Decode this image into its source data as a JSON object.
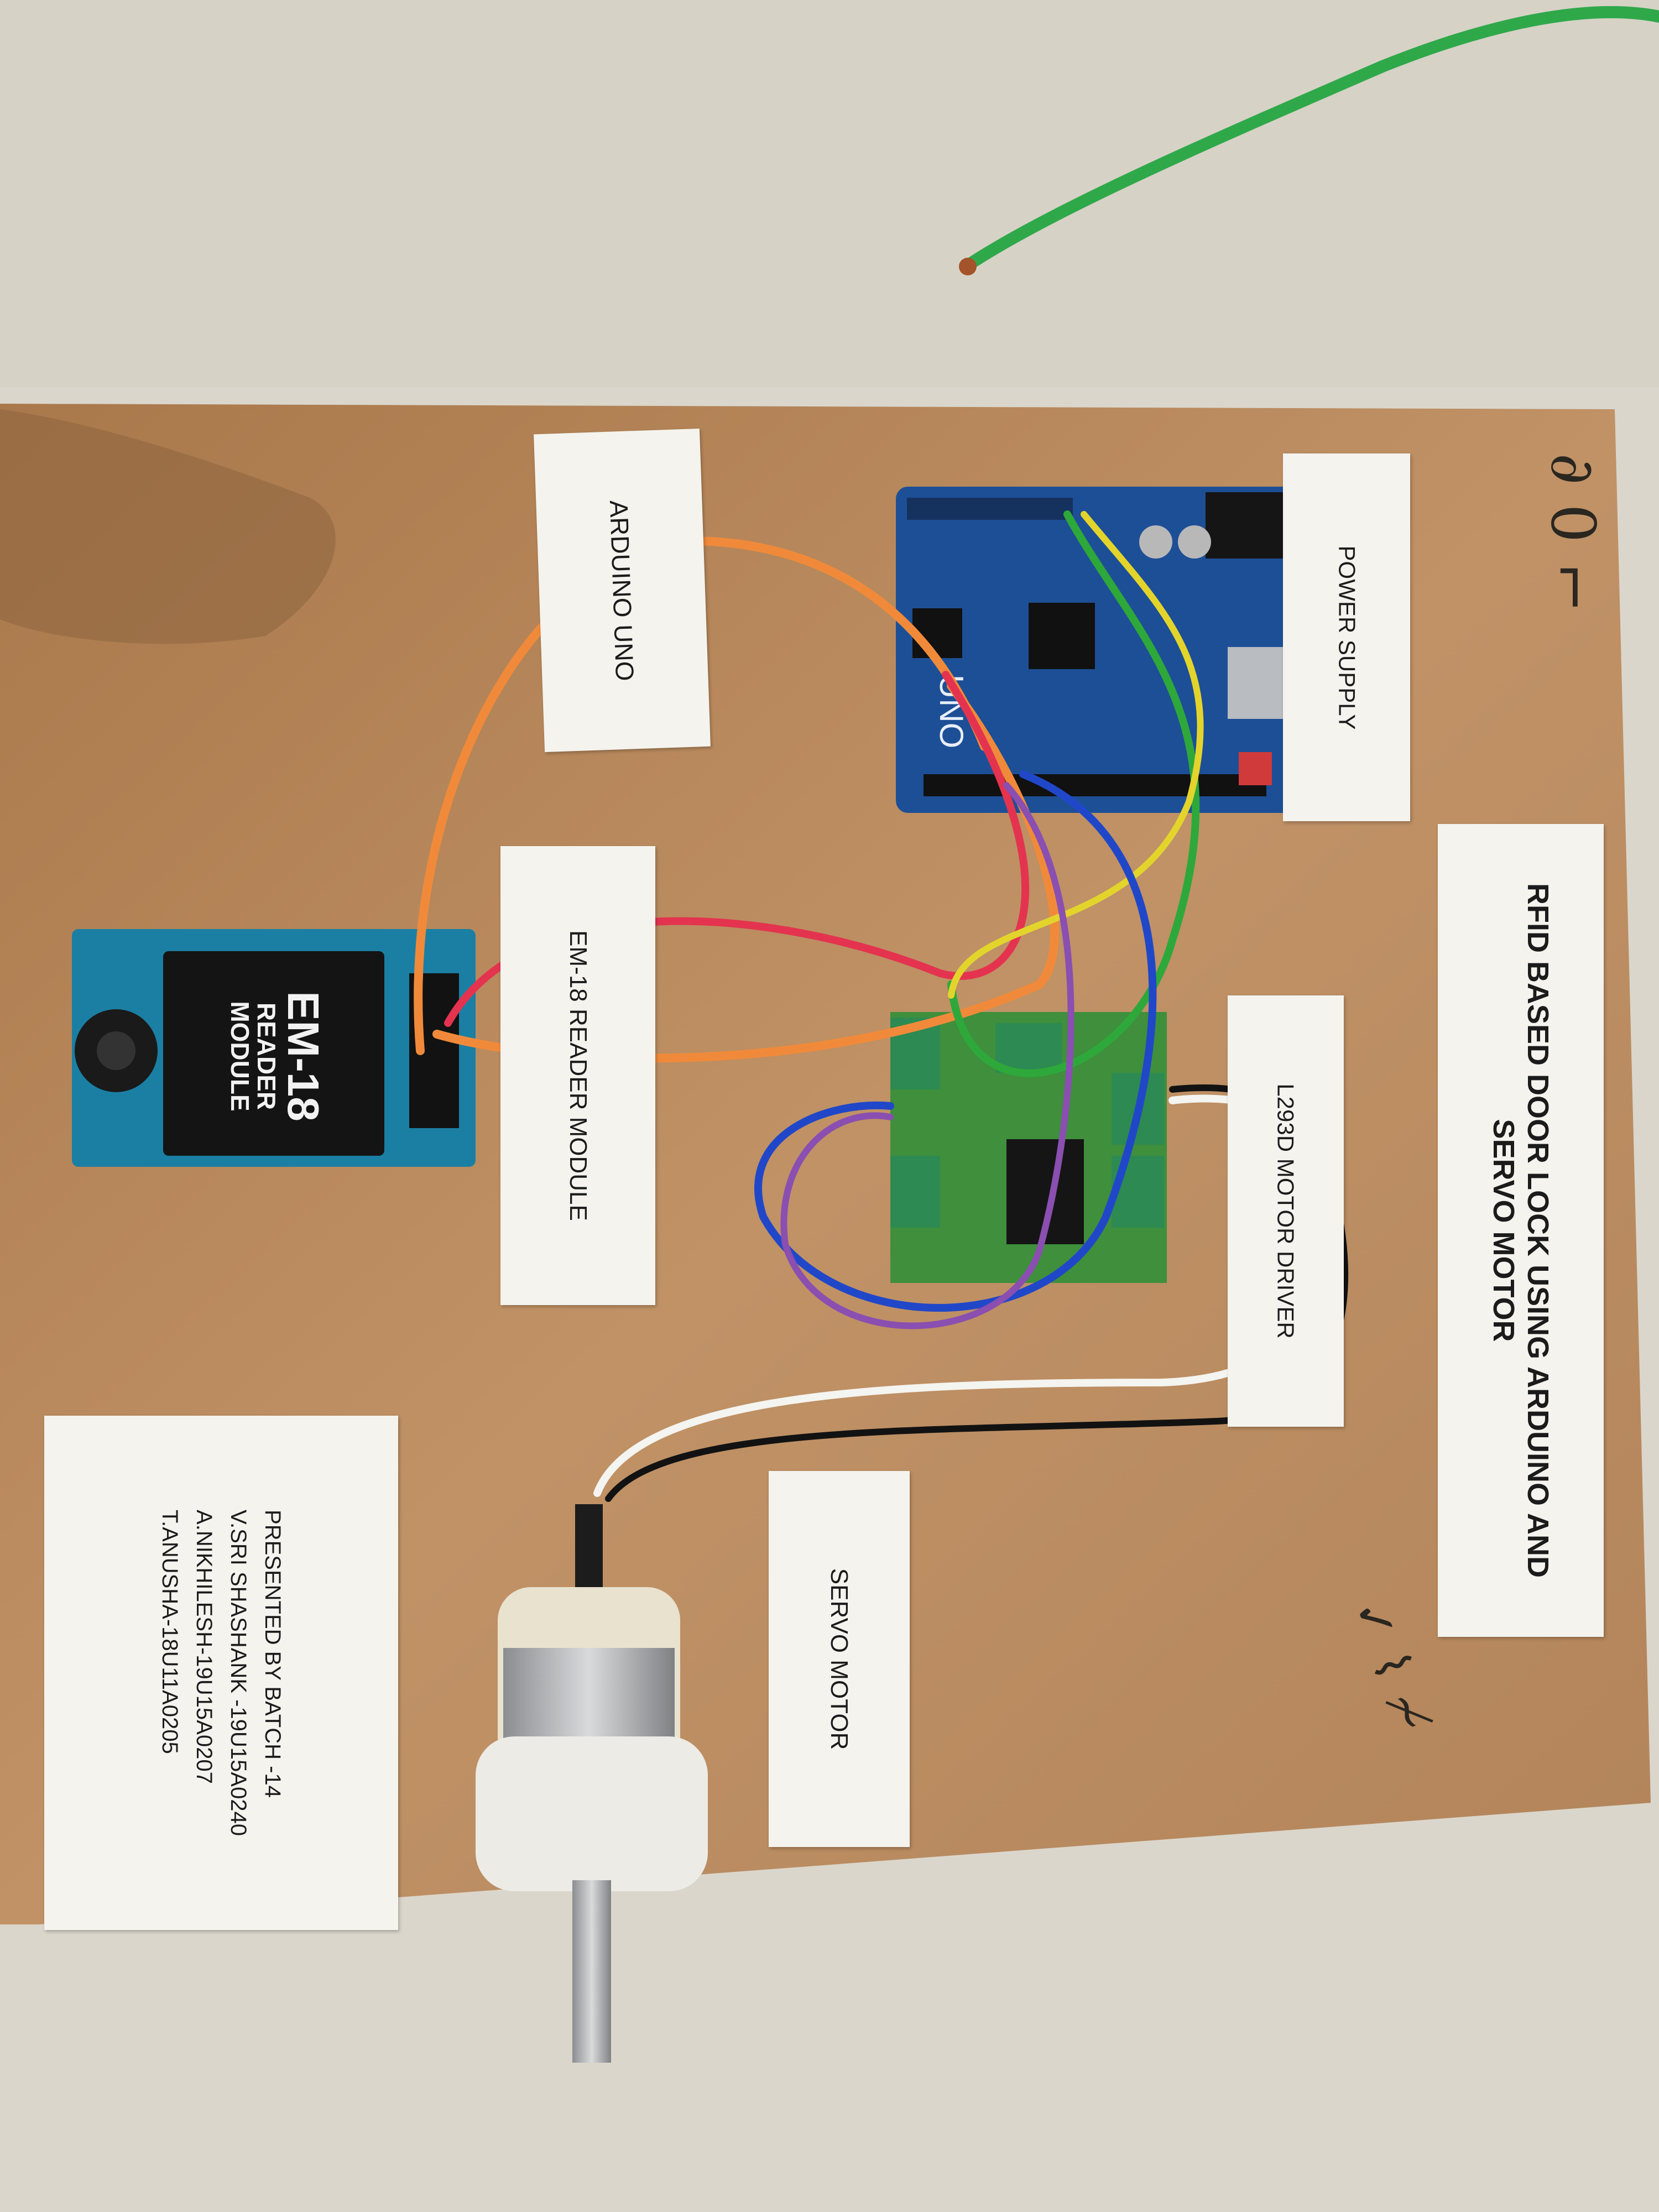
{
  "labels": {
    "arduino": "ARDUINO UNO",
    "power_supply": "POWER SUPPLY",
    "em18": "EM-18 READER MODULE",
    "motor_driver": "L293D MOTOR DRIVER",
    "servo": "SERVO MOTOR",
    "title_line1": "RFID BASED DOOR LOCK USING ARDUINO AND",
    "title_line2": "SERVO MOTOR",
    "credits": [
      "PRESENTED BY BATCH -14",
      "V.SRI SHASHANK -19U15A0240",
      "A.NIKHILESH-19U15A0207",
      "T.ANUSHA-18U11A0205"
    ]
  },
  "chip": {
    "name": "EM-18",
    "line2": "READER",
    "line3": "MODULE"
  },
  "colors": {
    "board": "#b98b5e",
    "pcb_blue": "#1d4f96",
    "pcb_green": "#3e8f3a",
    "wire_orange": "#f08a3a",
    "wire_red": "#e4334f",
    "wire_green": "#2ea83a",
    "wire_yellow": "#e3d42c",
    "wire_blue": "#2147c9",
    "wire_purple": "#8a4fb0"
  }
}
